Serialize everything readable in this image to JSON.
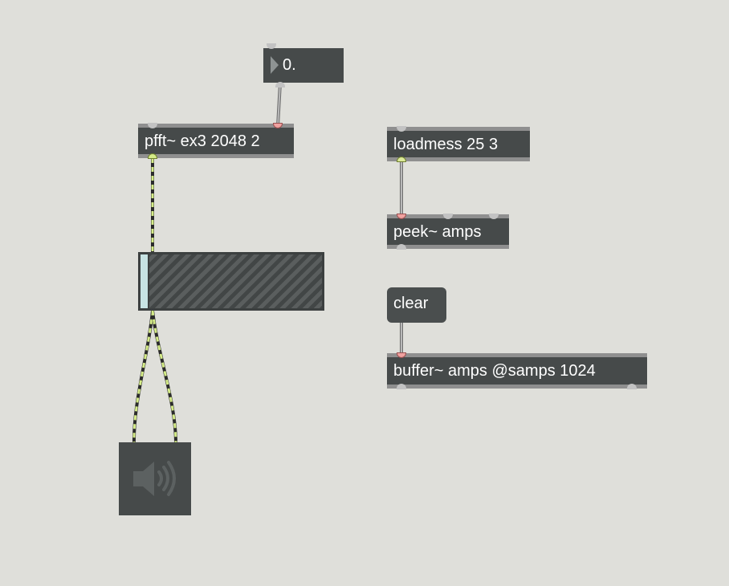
{
  "patch": {
    "number_box": {
      "value": "0."
    },
    "pfft": {
      "label": "pfft~ ex3 2048 2"
    },
    "loadmess": {
      "label": "loadmess 25 3"
    },
    "peek": {
      "label": "peek~ amps"
    },
    "clear_message": {
      "label": "clear"
    },
    "buffer": {
      "label": "buffer~ amps @samps 1024"
    },
    "meter": {
      "level": 0.0
    },
    "dac": {
      "icon": "speaker-icon"
    }
  },
  "colors": {
    "canvas": "#dfdfda",
    "object": "#464a4a",
    "object_border": "#8f8f8f",
    "signal_cord": "#d5ec88",
    "control_cord": "#9a9a9a",
    "hot_inlet": "#f0a2a0"
  }
}
